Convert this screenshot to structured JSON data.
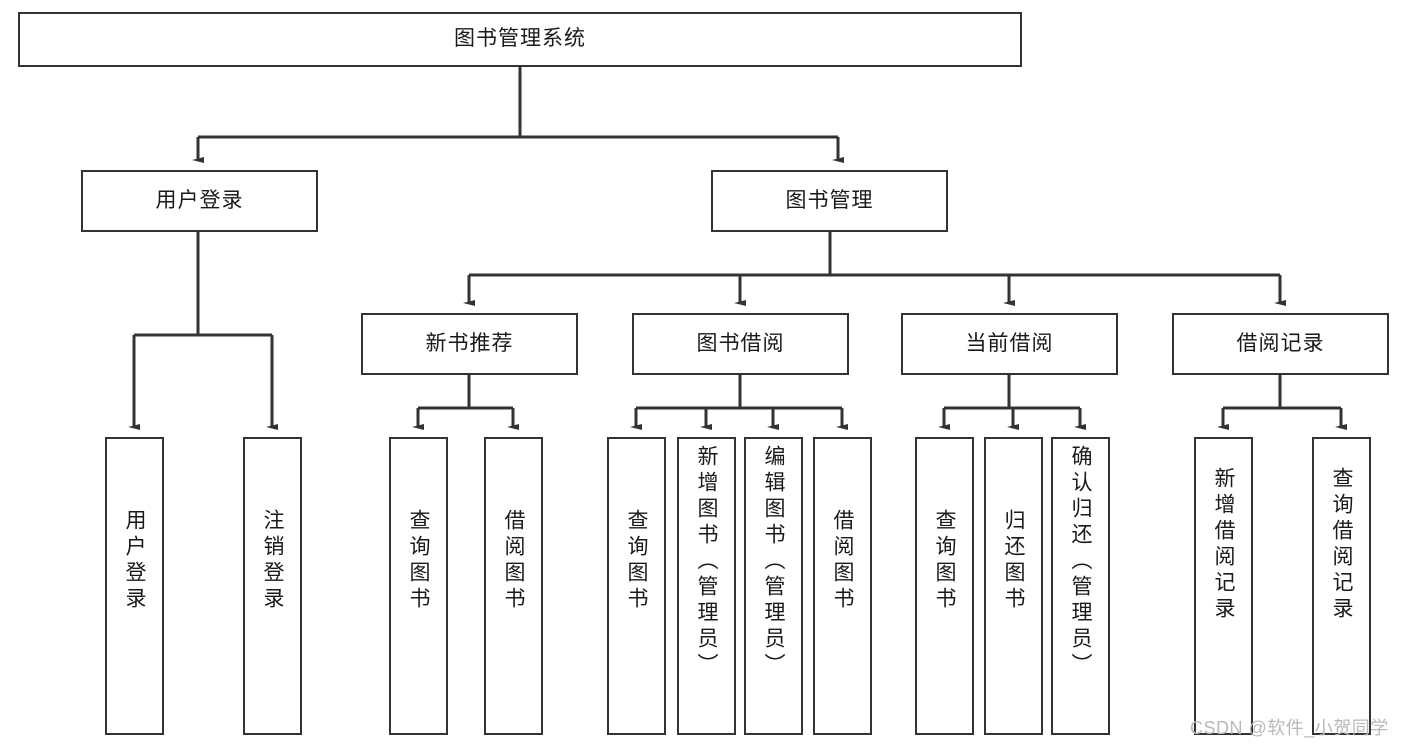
{
  "diagram": {
    "type": "tree",
    "title": "图书管理系统",
    "root": {
      "label": "图书管理系统"
    },
    "level2": [
      {
        "label": "用户登录"
      },
      {
        "label": "图书管理"
      }
    ],
    "level3": [
      {
        "label": "新书推荐"
      },
      {
        "label": "图书借阅"
      },
      {
        "label": "当前借阅"
      },
      {
        "label": "借阅记录"
      }
    ],
    "leaves": {
      "user_login": [
        {
          "label": "用户登录"
        },
        {
          "label": "注销登录"
        }
      ],
      "new_book": [
        {
          "label": "查询图书"
        },
        {
          "label": "借阅图书"
        }
      ],
      "book_borrow": [
        {
          "label": "查询图书"
        },
        {
          "label": "新增图书（管理员）"
        },
        {
          "label": "编辑图书（管理员）"
        },
        {
          "label": "借阅图书"
        }
      ],
      "current_borrow": [
        {
          "label": "查询图书"
        },
        {
          "label": "归还图书"
        },
        {
          "label": "确认归还（管理员）"
        }
      ],
      "borrow_record": [
        {
          "label": "新增借阅记录"
        },
        {
          "label": "查询借阅记录"
        }
      ]
    }
  },
  "watermark": {
    "text": "CSDN @软件_小贺同学"
  },
  "colors": {
    "stroke": "#333333",
    "background": "#ffffff",
    "text": "#1a1a1a",
    "watermark": "#b9b9b9"
  }
}
